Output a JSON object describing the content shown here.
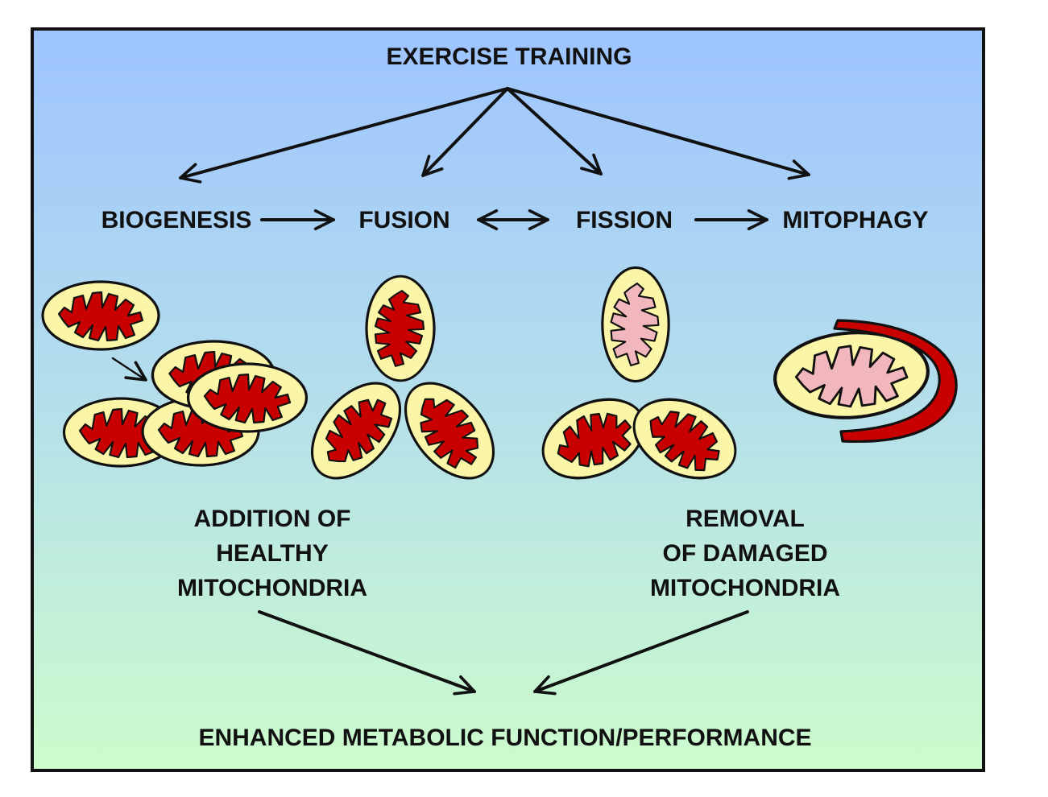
{
  "diagram": {
    "top_label": "EXERCISE TRAINING",
    "processes": {
      "biogenesis": "BIOGENESIS",
      "fusion": "FUSION",
      "fission": "FISSION",
      "mitophagy": "MITOPHAGY"
    },
    "outcomes": {
      "addition": [
        "ADDITION OF",
        "HEALTHY",
        "MITOCHONDRIA"
      ],
      "removal": [
        "REMOVAL",
        "OF DAMAGED",
        "MITOCHONDRIA"
      ]
    },
    "bottom_label": "ENHANCED METABOLIC FUNCTION/PERFORMANCE"
  },
  "colors": {
    "background_top": "#9ec4ff",
    "background_bottom": "#ccfccc",
    "outer_membrane_fill": "#fbf5a8",
    "healthy_matrix": "#c80000",
    "damaged_matrix": "#f1b7bd",
    "phagophore": "#c80000",
    "line": "#111111"
  },
  "mitochondria": {
    "healthy": "healthy-mitochondrion",
    "damaged": "damaged-mitochondrion"
  }
}
